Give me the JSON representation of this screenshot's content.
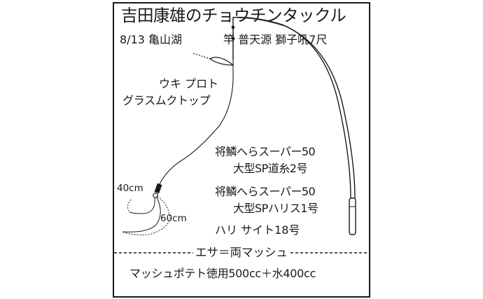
{
  "title": "吉田康雄のチョウチンタックル",
  "trip": {
    "date": "8/13",
    "location": "亀山湖",
    "date_location_text": "8/13 亀山湖"
  },
  "rod": {
    "label": "竿",
    "brand": "普天源",
    "model": "獅子吼7尺",
    "text": "竿 普天源 獅子吼7尺"
  },
  "float": {
    "label": "ウキ プロト",
    "model": "グラスムクトップ"
  },
  "main_line": {
    "line1": "将鱗へらスーパー50",
    "line2": "大型SP道糸2号"
  },
  "leader": {
    "line1": "将鱗へらスーパー50",
    "line2": "大型SPハリス1号"
  },
  "hook": {
    "text": "ハリ サイト18号"
  },
  "leader_lengths": {
    "upper": "40cm",
    "lower": "60cm"
  },
  "bait": {
    "label": "エサ＝両マッシュ",
    "recipe": "マッシュポテト徳用500cc＋水400cc"
  },
  "colors": {
    "ink": "#1a1a1a",
    "background": "#ffffff"
  }
}
